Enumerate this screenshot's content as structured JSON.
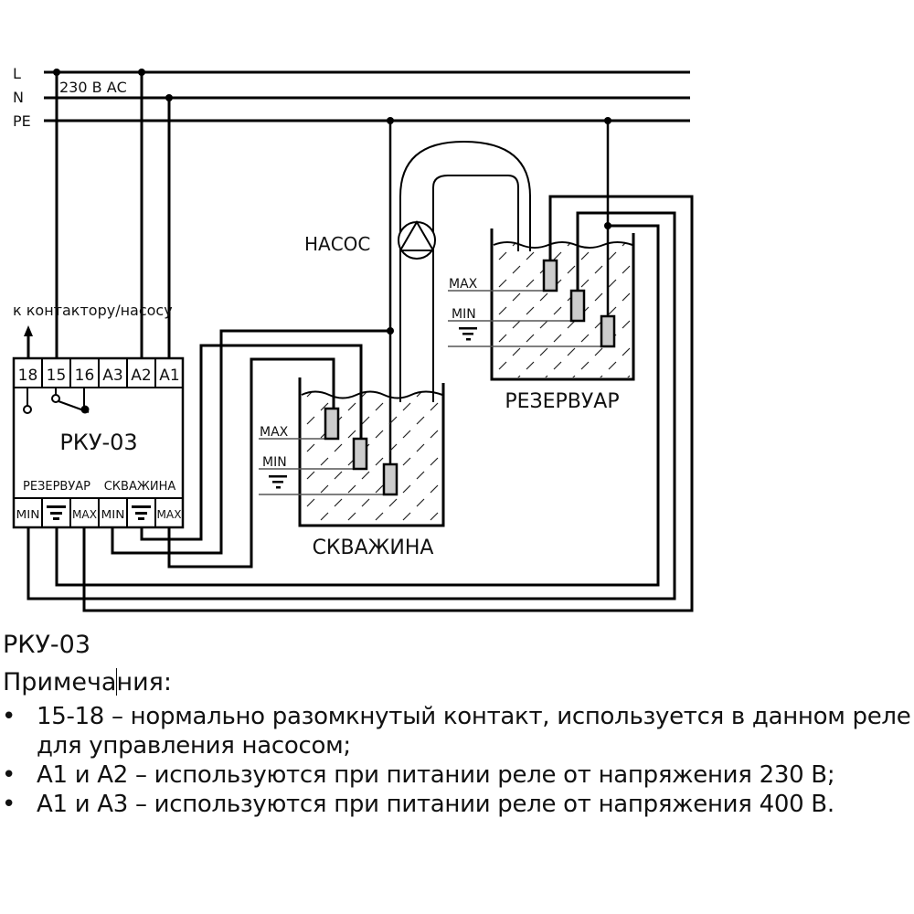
{
  "supply": {
    "lines": [
      "L",
      "N",
      "PE"
    ],
    "voltage_label": "230 В АС"
  },
  "relay": {
    "name": "РКУ-03",
    "top_terminals": [
      "18",
      "15",
      "16",
      "А3",
      "А2",
      "А1"
    ],
    "bottom_group_labels": [
      "РЕЗЕРВУАР",
      "СКВАЖИНА"
    ],
    "bottom_terminals": [
      "MIN",
      "common-level-icon",
      "MAX",
      "MIN",
      "common-level-icon",
      "MAX"
    ],
    "output_label": "к контактору/насосу"
  },
  "pump": {
    "label": "НАСОС"
  },
  "well": {
    "label": "СКВАЖИНА",
    "levels": [
      "MAX",
      "MIN",
      "common"
    ]
  },
  "reservoir": {
    "label": "РЕЗЕРВУАР",
    "levels": [
      "MAX",
      "MIN",
      "common"
    ]
  },
  "notes": {
    "title": "РКУ-03",
    "subtitle_before_cursor": "Примеча",
    "subtitle_after_cursor": "ния:",
    "bullet": "•",
    "items": [
      "15-18 – нормально разомкнутый контакт, используется в данном реле для управления насосом;",
      "А1 и А2 – используются при питании реле от напряжения 230 В;",
      "А1 и А3 – используются при питании реле от напряжения 400 В."
    ]
  }
}
